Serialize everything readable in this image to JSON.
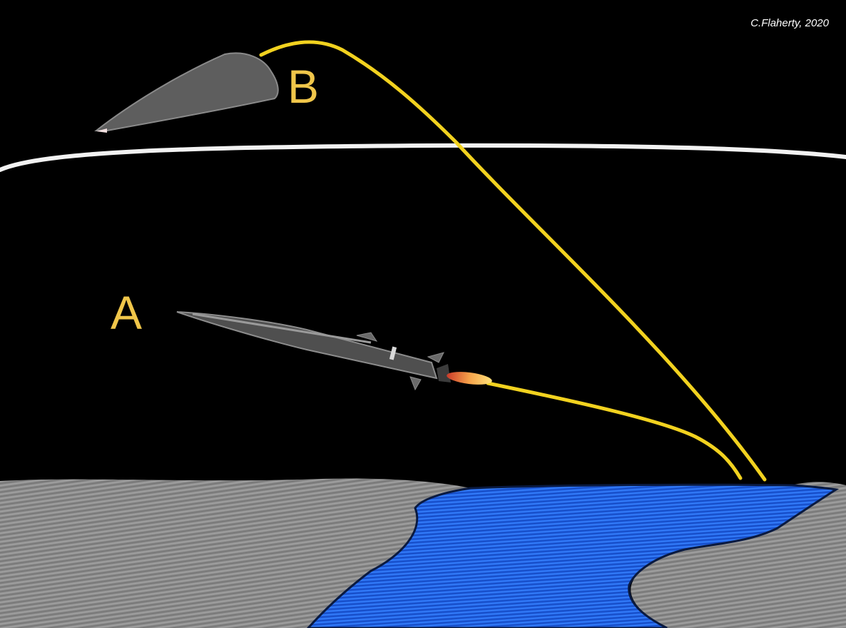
{
  "credit": "C.Flaherty, 2020",
  "labels": {
    "a": "A",
    "b": "B"
  },
  "colors": {
    "background": "#000000",
    "trajectory": "#f2d21f",
    "label": "#f0c64a",
    "atmosphere_line": "#f4f4f4",
    "water": "#1d5fe0",
    "terrain": "#8c8c8c",
    "missile_body": "#5a5a5a",
    "exhaust": "#f08a3a"
  }
}
